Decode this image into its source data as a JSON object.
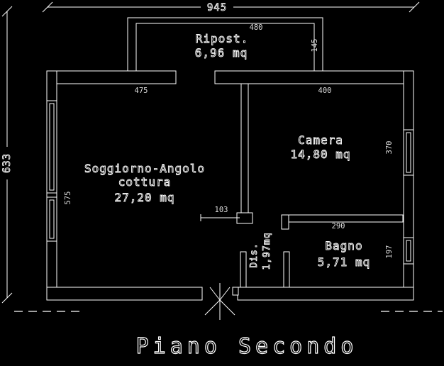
{
  "title": "Piano Secondo",
  "colors": {
    "background": "#000000",
    "line": "#ffffff"
  },
  "overall_dims": {
    "width": "945",
    "height": "633"
  },
  "rooms": {
    "ripost": {
      "name": "Ripost.",
      "area": "6,96 mq"
    },
    "soggiorno": {
      "name_line1": "Soggiorno-Angolo",
      "name_line2": "cottura",
      "area": "27,20 mq"
    },
    "camera": {
      "name": "Camera",
      "area": "14,80 mq"
    },
    "bagno": {
      "name": "Bagno",
      "area": "5,71 mq"
    },
    "dis": {
      "name": "Dis.",
      "area": "1,97mq"
    }
  },
  "measurements": {
    "ripost_width": "480",
    "ripost_depth": "145",
    "soggiorno_width": "475",
    "soggiorno_depth": "575",
    "camera_width": "400",
    "camera_depth": "370",
    "bagno_width": "290",
    "bagno_depth": "197",
    "passage_width": "103"
  }
}
